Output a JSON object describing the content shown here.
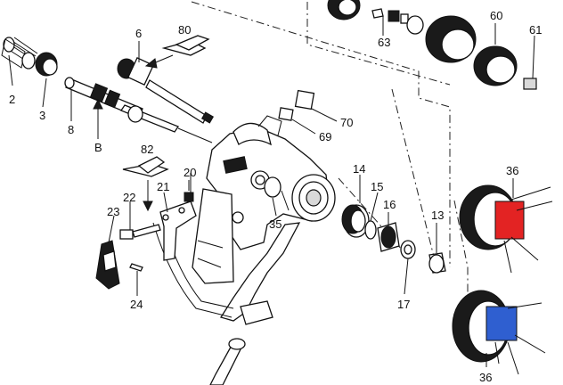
{
  "callouts": {
    "c2": "2",
    "c3": "3",
    "c8": "8",
    "cB": "B",
    "c6": "6",
    "c80": "80",
    "c70": "70",
    "c69": "69",
    "c82": "82",
    "c20": "20",
    "c21": "21",
    "c22": "22",
    "c23": "23",
    "c24": "24",
    "c35": "35",
    "c14": "14",
    "c15": "15",
    "c16": "16",
    "c17": "17",
    "c13": "13",
    "c36a": "36",
    "c36b": "36",
    "c60": "60",
    "c61": "61",
    "c63": "63"
  },
  "colors": {
    "red_insert": "#e32323",
    "blue_insert": "#2f5fd0",
    "line": "#111111"
  }
}
